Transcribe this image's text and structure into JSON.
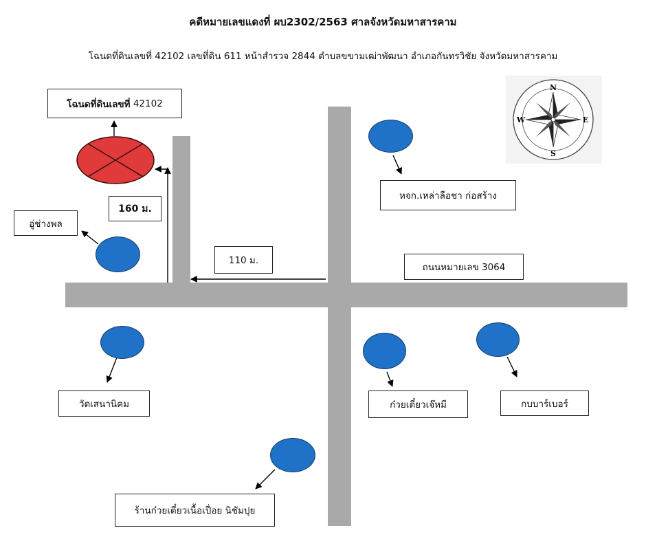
{
  "header": {
    "title": "คดีหมายเลขแดงที่ ผบ2302/2563 ศาลจังหวัดมหาสารคาม",
    "subtitle": "โฉนดที่ดินเลขที่ 42102 เลขที่ดิน 611 หน้าสำรวจ 2844 ตำบลขขามเฒ่าพัฒนา อำเภอกันทรวิชัย จังหวัดมหาสารคาม"
  },
  "map": {
    "target_parcel": {
      "label_bold": "โฉนดที่ดินเลขที่",
      "label_number": "42102"
    },
    "distances": {
      "vertical": "160 ม.",
      "horizontal": "110 ม."
    },
    "road_label": "ถนนหมายเลข 3064",
    "compass": {
      "north": "N",
      "south": "S",
      "east": "E",
      "west": "W"
    },
    "landmarks": {
      "partnership": "หจก.เหล่าลือชา ก่อสร้าง",
      "garage": "อู่ช่างพล",
      "temple": "วัดเสนานิคม",
      "noodle": "ก๋วยเตี๋ยวเจ๊หมี",
      "burger": "กบบาร์เบอร์",
      "shop": "ร้านก๋วยเตี๋ยวเนื้อเปื่อย นิชัมปุย"
    },
    "colors": {
      "road": "#a9a9a9",
      "target_fill": "#e03a3a",
      "landmark_fill": "#1f72c7"
    }
  }
}
